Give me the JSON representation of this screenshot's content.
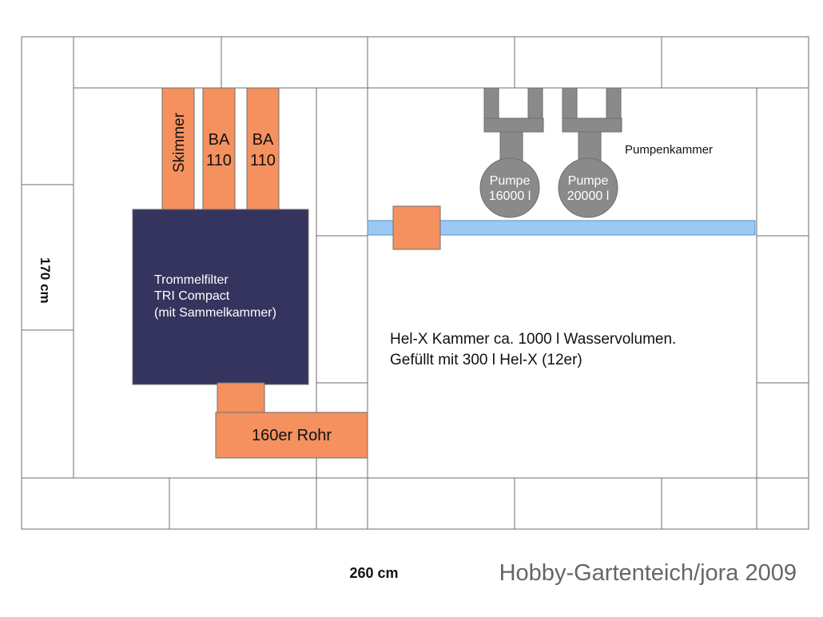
{
  "labels": {
    "skimmer": "Skimmer",
    "ba1_line1": "BA",
    "ba1_line2": "110",
    "ba2_line1": "BA",
    "ba2_line2": "110",
    "filter_line1": "Trommelfilter",
    "filter_line2": "TRI Compact",
    "filter_line3": "(mit Sammelkammer)",
    "pipe": "160er Rohr",
    "pump_chamber": "Pumpenkammer",
    "pump1_line1": "Pumpe",
    "pump1_line2": "16000 l",
    "pump2_line1": "Pumpe",
    "pump2_line2": "20000 l",
    "helx_line1": "Hel-X Kammer ca. 1000 l Wasservolumen.",
    "helx_line2": "Gefüllt mit 300 l Hel-X (12er)",
    "height_dim": "170 cm",
    "width_dim": "260 cm",
    "credit": "Hobby-Gartenteich/jora 2009"
  },
  "colors": {
    "orange": "#F4915F",
    "navy": "#34345E",
    "blue_pipe": "#9BC8F4",
    "pump_gray": "#8A8A8A",
    "outline": "#6e6e6e",
    "credit_text": "#666666"
  }
}
